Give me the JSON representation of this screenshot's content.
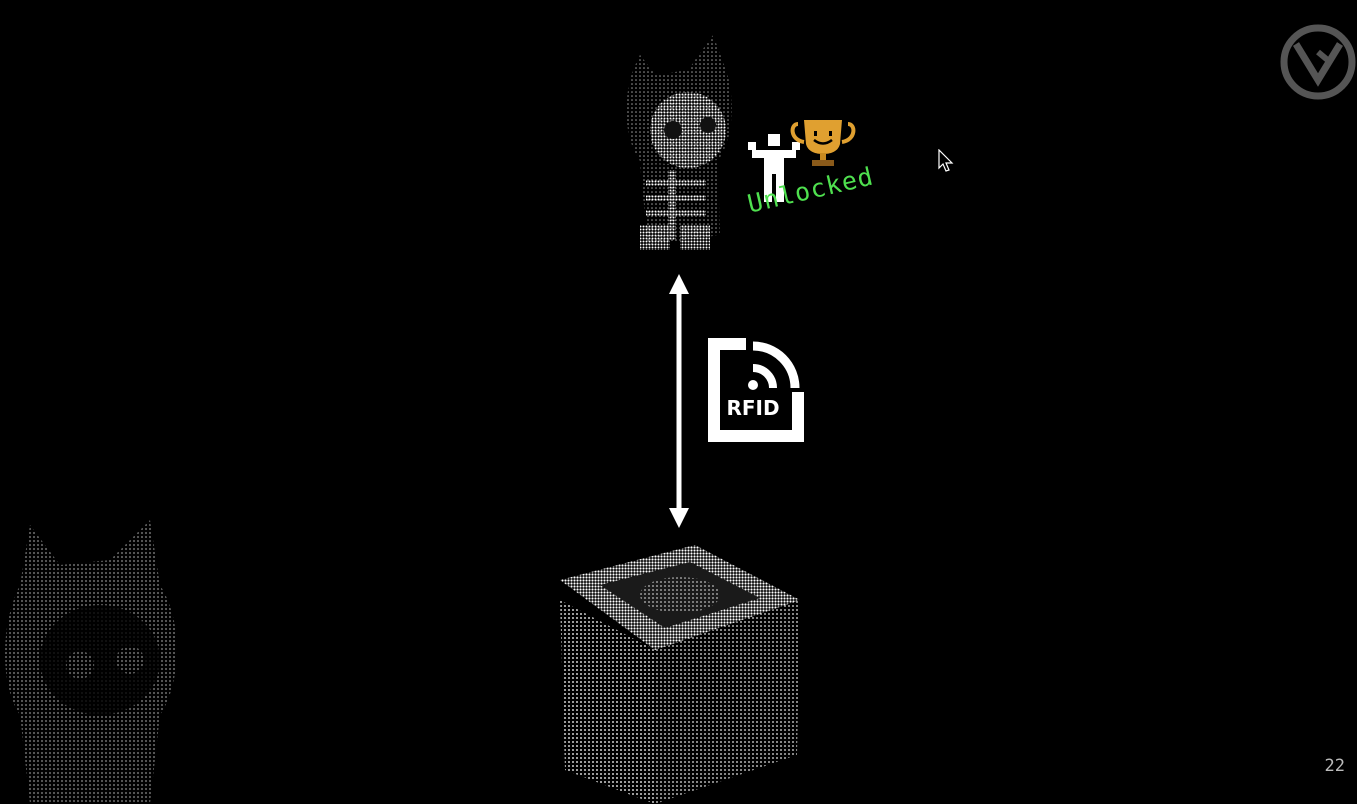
{
  "slide": {
    "badge_text": "Unlocked",
    "rfid_label": "RFID",
    "page_number": "22"
  },
  "colors": {
    "background": "#000000",
    "foreground": "#ffffff",
    "badge_green": "#4fe04f",
    "trophy_gold": "#e0a030"
  },
  "icons": [
    "logo-icon",
    "cursor-icon",
    "trophy-icon",
    "cheering-person-icon",
    "rfid-icon"
  ]
}
